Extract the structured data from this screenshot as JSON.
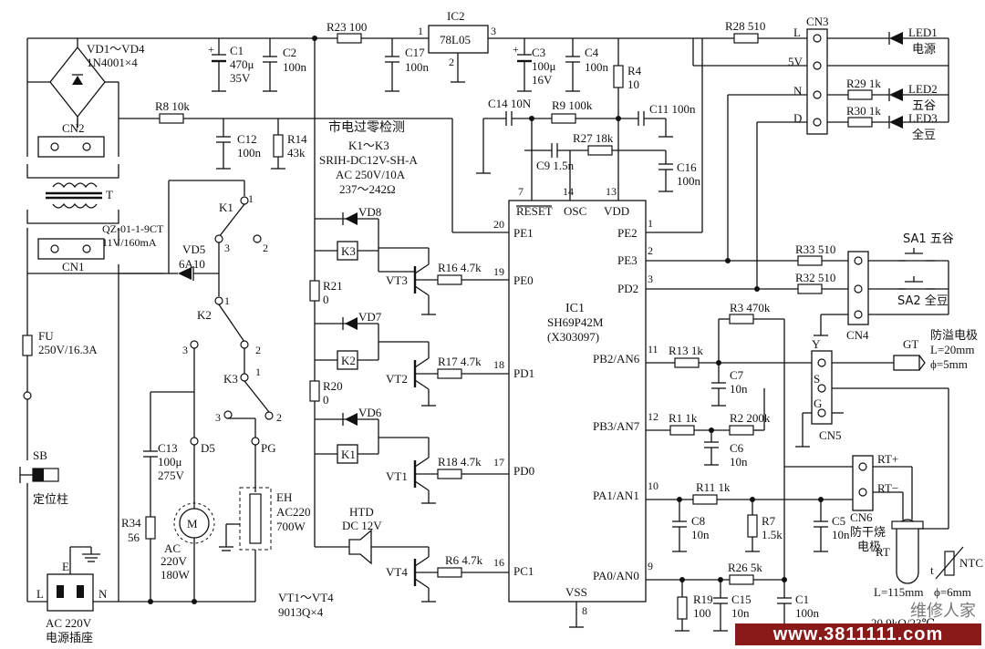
{
  "power": {
    "bridge_ref": "VD1～VD4",
    "bridge_part": "1N4001×4",
    "cn2": "CN2",
    "transformer": "T",
    "transformer_part": "QZ-01-1-9CT",
    "transformer_rating": "11V/160mA",
    "cn1": "CN1",
    "fuse_ref": "FU",
    "fuse_rating": "250V/16.3A",
    "sb": "SB",
    "pin": "定位柱",
    "socket_e": "E",
    "socket_l": "L",
    "socket_n": "N",
    "socket_rating": "AC 220V",
    "socket_name": "电源插座"
  },
  "caps_top": {
    "c1_ref": "C1",
    "c1_val": "470μ",
    "c1_v": "35V",
    "c2_ref": "C2",
    "c2_val": "100n",
    "r23": "R23 100",
    "ic2_ref": "IC2",
    "ic2_part": "78L05",
    "ic2_p1": "1",
    "ic2_p2": "2",
    "ic2_p3": "3",
    "c17_ref": "C17",
    "c17_val": "100n",
    "c3_ref": "C3",
    "c3_val": "100μ",
    "c3_v": "16V",
    "c4_ref": "C4",
    "c4_val": "100n",
    "r4_ref": "R4",
    "r4_val": "10",
    "r28": "R28 510"
  },
  "detect": {
    "r8": "R8 10k",
    "c12_ref": "C12",
    "c12_val": "100n",
    "r14_ref": "R14",
    "r14_val": "43k",
    "title": "市电过零检测",
    "relay_ref": "K1～K3",
    "relay_part": "SRIH-DC12V-SH-A",
    "relay_rating": "AC 250V/10A",
    "relay_range": "237～242Ω"
  },
  "osc": {
    "c14": "C14 10N",
    "r9": "R9 100k",
    "c11": "C11 100n",
    "c9": "C9 1.5n",
    "r27": "R27 18k",
    "c16_ref": "C16",
    "c16_val": "100n"
  },
  "relays": {
    "k1": "K1",
    "k2": "K2",
    "k3": "K3",
    "p1": "1",
    "p2": "2",
    "p3": "3",
    "vd5_ref": "VD5",
    "vd5_val": "6A10",
    "d5": "D5",
    "pg": "PG",
    "c13_ref": "C13",
    "c13_val": "100μ",
    "c13_v": "275V",
    "r34_ref": "R34",
    "r34_val": "56",
    "motor": "M",
    "motor_ac": "AC",
    "motor_v": "220V",
    "motor_w": "180W",
    "eh_ref": "EH",
    "eh_v": "AC220",
    "eh_w": "700W"
  },
  "drivers": {
    "vd8": "VD8",
    "vd7": "VD7",
    "vd6": "VD6",
    "k3box": "K3",
    "k2box": "K2",
    "k1box": "K1",
    "r21_ref": "R21",
    "r21_val": "0",
    "r20_ref": "R20",
    "r20_val": "0",
    "vt3": "VT3",
    "vt2": "VT2",
    "vt1": "VT1",
    "vt4": "VT4",
    "r16": "R16 4.7k",
    "r17": "R17 4.7k",
    "r18": "R18 4.7k",
    "r6": "R6 4.7k",
    "htd_ref": "HTD",
    "htd_val": "DC 12V",
    "vt_part_ref": "VT1～VT4",
    "vt_part": "9013Q×4"
  },
  "ic1": {
    "ref": "IC1",
    "part": "SH69P42M",
    "code": "(X303097)",
    "pins_left": [
      {
        "num": "20",
        "name": "PE1"
      },
      {
        "num": "19",
        "name": "PE0"
      },
      {
        "num": "18",
        "name": "PD1"
      },
      {
        "num": "17",
        "name": "PD0"
      },
      {
        "num": "16",
        "name": "PC1"
      }
    ],
    "pins_top": [
      {
        "num": "7",
        "name": "RESET"
      },
      {
        "num": "14",
        "name": "OSC"
      },
      {
        "num": "13",
        "name": "VDD"
      }
    ],
    "pins_right": [
      {
        "num": "1",
        "name": "PE2"
      },
      {
        "num": "2",
        "name": "PE3"
      },
      {
        "num": "3",
        "name": "PD2"
      },
      {
        "num": "11",
        "name": "PB2/AN6"
      },
      {
        "num": "12",
        "name": "PB3/AN7"
      },
      {
        "num": "10",
        "name": "PA1/AN1"
      },
      {
        "num": "9",
        "name": "PA0/AN0"
      }
    ],
    "pin_bottom": {
      "num": "8",
      "name": "VSS"
    }
  },
  "right": {
    "cn3": "CN3",
    "cn3_l": "L",
    "cn3_5v": "5V",
    "cn3_n": "N",
    "cn3_d": "D",
    "led1": "LED1",
    "led1_name": "电源",
    "led2": "LED2",
    "led2_name": "五谷",
    "led3": "LED3",
    "led3_name": "全豆",
    "r29": "R29 1k",
    "r30": "R30 1k",
    "r33": "R33 510",
    "r32": "R32 510",
    "sa1": "SA1 五谷",
    "sa2": "SA2 全豆",
    "cn4": "CN4",
    "r3": "R3 470k",
    "r13": "R13 1k",
    "c7_ref": "C7",
    "c7_val": "10n",
    "gt": "GT",
    "gt_name": "防溢电极",
    "gt_len": "L=20mm",
    "gt_dia": "ϕ=5mm",
    "cn5_y": "Y",
    "cn5_s": "S",
    "cn5_g": "G",
    "cn5": "CN5",
    "r1": "R1 1k",
    "r2": "R2 200k",
    "c6_ref": "C6",
    "c6_val": "10n",
    "r11": "R11 1k",
    "c8_ref": "C8",
    "c8_val": "10n",
    "r7_ref": "R7",
    "r7_val": "1.5k",
    "c5_ref": "C5",
    "c5_val": "10n",
    "cn6": "CN6",
    "cn6_name1": "防干烧",
    "cn6_name2": "电极",
    "rtp": "RT+",
    "rtm": "RT−",
    "rt": "RT",
    "ntc": "NTC",
    "t": "t",
    "r26": "R26 5k",
    "r19_ref": "R19",
    "r19_val": "100",
    "c15_ref": "C15",
    "c15_val": "10n",
    "c10_ref": "C1",
    "c10_val": "100n",
    "rt_len": "L=115mm",
    "rt_dia": "ϕ=6mm",
    "rt_res": "20.9kΩ/23℃"
  },
  "watermark": {
    "site": "www.3811111.com",
    "brand": "维修人家"
  }
}
